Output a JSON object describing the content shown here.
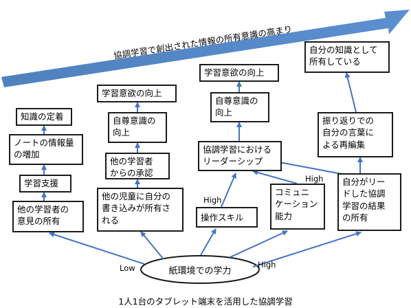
{
  "banner": "協調学習で創出された情報の所有意識の高まり",
  "base": "紙環境での学力",
  "caption": "1人1台のタブレット端末を活用した協調学習",
  "labels": {
    "low": "Low",
    "high_right": "High",
    "high_mid": "High",
    "high_right2": "High"
  },
  "boxes": {
    "col1_1": "他の学習者の\n意見の所有",
    "col1_2": "学習支援",
    "col1_3": "ノートの情報量\nの増加",
    "col1_4": "知識の定着",
    "col2_1": "他の児童に自分の\n書き込みが所有さ\nれる",
    "col2_2": "他の学習者\nからの承認",
    "col2_3": "自尊意識の\n向上",
    "col2_4": "学習意欲の向上",
    "col3_skill": "操作スキル",
    "col3_comm": "コミュニ\nケーション\n能力",
    "col3_leader": "協調学習における\nリーダーシップ",
    "col3_self": "自尊意識の\n向上",
    "col3_motiv": "学習意欲の向上",
    "col4_1": "自分がリー\nドした協調\n学習の結果\nの所有",
    "col4_2": "振り返りでの\n自分の言葉に\nよる再編集",
    "col4_3": "自分の知識として\n所有している"
  },
  "colors": {
    "arrow": "#4472c4",
    "banner_arrow": "#4f81bd",
    "border": "#1a1a1a"
  }
}
